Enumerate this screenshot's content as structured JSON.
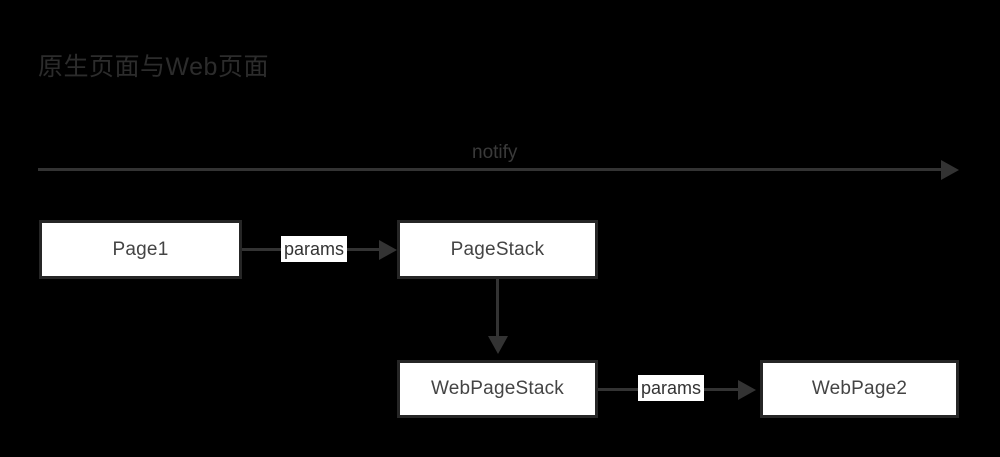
{
  "diagram": {
    "title": "原生页面与Web页面",
    "background_color": "#000000",
    "line_color": "#333333",
    "node_fill": "#ffffff",
    "node_border": "#262626",
    "node_text_color": "#444444",
    "title_color": "#2c2c2c",
    "timeline": {
      "label": "notify",
      "direction": "left-to-right"
    },
    "nodes": [
      {
        "id": "page1",
        "label": "Page1"
      },
      {
        "id": "pagestack",
        "label": "PageStack"
      },
      {
        "id": "webpagestack",
        "label": "WebPageStack"
      },
      {
        "id": "webpage2",
        "label": "WebPage2"
      }
    ],
    "edges": [
      {
        "from": "page1",
        "to": "pagestack",
        "label": "params",
        "direction": "right"
      },
      {
        "from": "pagestack",
        "to": "webpagestack",
        "label": "",
        "direction": "down"
      },
      {
        "from": "webpagestack",
        "to": "webpage2",
        "label": "params",
        "direction": "right"
      }
    ]
  }
}
